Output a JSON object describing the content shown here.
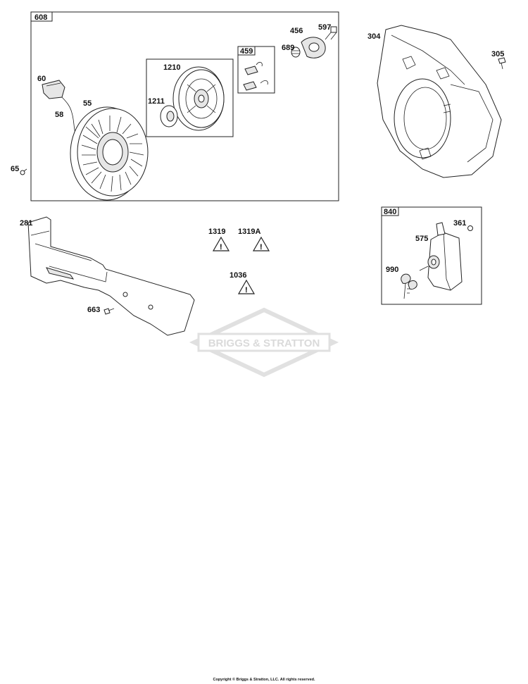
{
  "labels": {
    "box_608": "608",
    "p60": "60",
    "p55": "55",
    "p58": "58",
    "p65": "65",
    "p1210": "1210",
    "p1211": "1211",
    "box_459": "459",
    "p456": "456",
    "p597": "597",
    "p689": "689",
    "p304": "304",
    "p305": "305",
    "p281": "281",
    "p663": "663",
    "p1319": "1319",
    "p1319A": "1319A",
    "p1036": "1036",
    "box_840": "840",
    "p575": "575",
    "p361": "361",
    "p990": "990"
  },
  "logo": {
    "text": "BRIGGS & STRATTON"
  },
  "footer": {
    "copyright": "Copyright © Briggs & Stratton, LLC. All rights reserved."
  }
}
